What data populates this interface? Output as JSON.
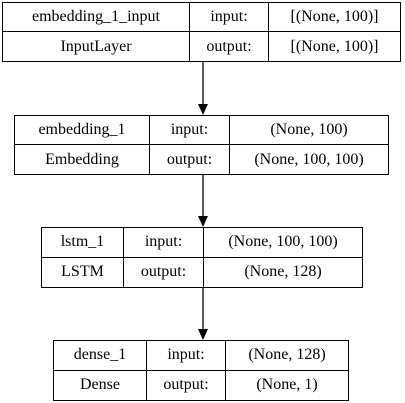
{
  "nodes": [
    {
      "name": "embedding_1_input",
      "type": "InputLayer",
      "input": "[(None, 100)]",
      "output": "[(None, 100)]"
    },
    {
      "name": "embedding_1",
      "type": "Embedding",
      "input": "(None, 100)",
      "output": "(None, 100, 100)"
    },
    {
      "name": "lstm_1",
      "type": "LSTM",
      "input": "(None, 100, 100)",
      "output": "(None, 128)"
    },
    {
      "name": "dense_1",
      "type": "Dense",
      "input": "(None, 128)",
      "output": "(None, 1)"
    }
  ],
  "port_labels": {
    "input": "input:",
    "output": "output:"
  }
}
